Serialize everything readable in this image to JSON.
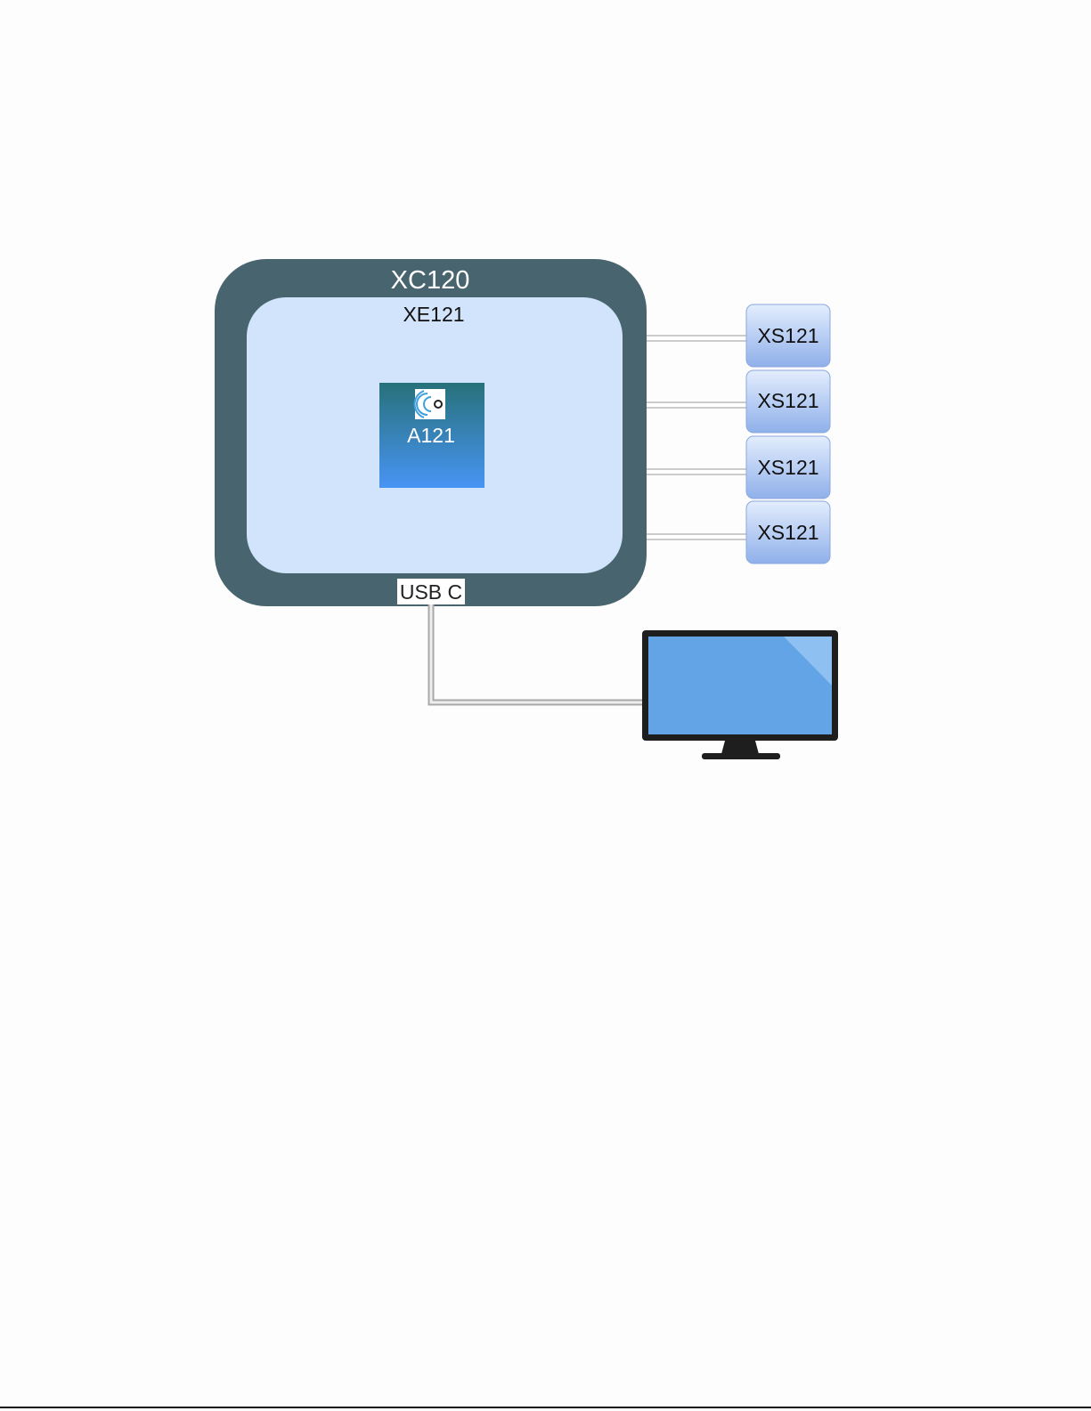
{
  "diagram": {
    "controller_label": "XC120",
    "board_label": "XE121",
    "chip_label": "A121",
    "usb_label": "USB C",
    "sensors": [
      {
        "label": "XS121"
      },
      {
        "label": "XS121"
      },
      {
        "label": "XS121"
      },
      {
        "label": "XS121"
      }
    ]
  },
  "colors": {
    "controller_body": "#48656f",
    "board_fill": "#d1e4fb",
    "chip_top": "#27717a",
    "chip_bottom": "#4894f4",
    "sensor_top": "#e3edfd",
    "sensor_bottom": "#8fb0ea",
    "monitor_screen": "#62a4e6",
    "monitor_frame": "#1e1e1e"
  },
  "icons": [
    "radar-logo-icon",
    "monitor-icon"
  ]
}
